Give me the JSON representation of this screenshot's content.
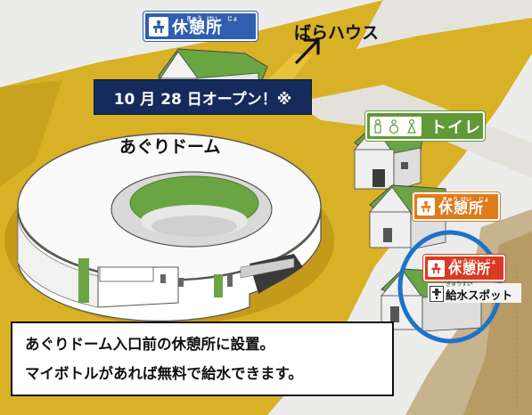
{
  "signs": {
    "rest_top": {
      "label": "休憩所",
      "ruby": [
        "きゅう",
        "けい",
        "じょ"
      ]
    },
    "toilet": {
      "label": "トイレ"
    },
    "rest_middle": {
      "label": "休憩所",
      "ruby": [
        "きゅう",
        "けい",
        "じょ"
      ]
    },
    "rest_bottom": {
      "label": "休憩所",
      "ruby": [
        "きゅう",
        "けい",
        "じょ"
      ]
    }
  },
  "labels": {
    "rose_house": "ばらハウス",
    "dome": "あぐりドーム",
    "water_spot": "給水スポット",
    "water_spot_ruby": "きゅうすい"
  },
  "banner": {
    "text": "10 月 28 日オープン！※"
  },
  "caption": {
    "line1": "あぐりドーム入口前の休憩所に設置。",
    "line2": "マイボトルがあれば無料で給水できます。"
  },
  "colors": {
    "grass": "#d9b126",
    "roof_green": "#6aa544",
    "banner_navy": "#142b5c",
    "sign_blue": "#2f5fae",
    "sign_orange": "#e07b1c",
    "sign_red": "#d93a22",
    "sign_green": "#5f9a36",
    "highlight_circle": "#1c73c9"
  },
  "icons": [
    "rest-area-icon",
    "toilet-icon",
    "water-tap-icon",
    "arrow-up-right-icon"
  ]
}
